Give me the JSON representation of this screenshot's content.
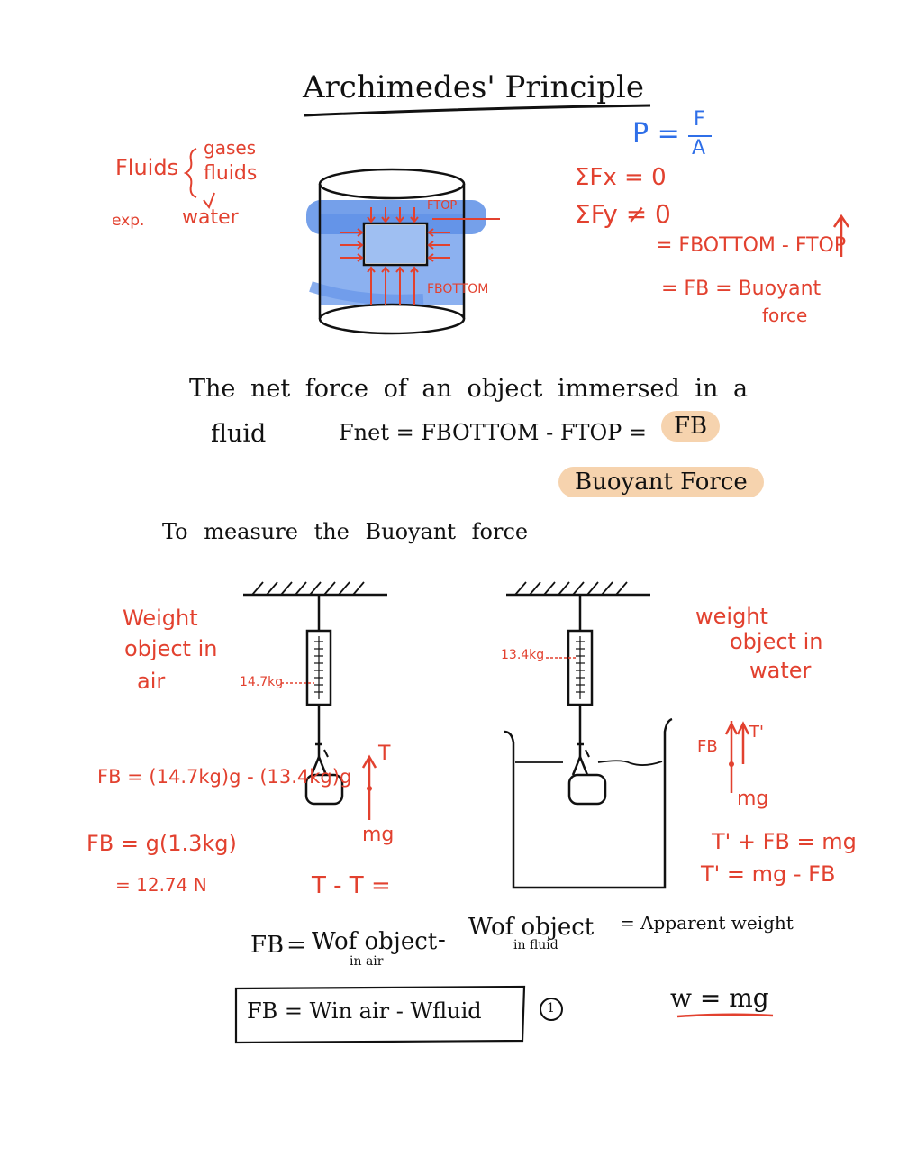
{
  "title": "Archimedes' Principle",
  "pressure": {
    "lhs": "P =",
    "num": "F",
    "den": "A"
  },
  "fluids_note": {
    "label": "Fluids",
    "item1": "gases",
    "item2": "fluids",
    "example_prefix": "exp.",
    "example": "water"
  },
  "cylinder_labels": {
    "top": "FTOP",
    "bottom": "FBOTTOM"
  },
  "equations": {
    "sum_fx": "ΣFx = 0",
    "sum_fy": "ΣFy ≠ 0",
    "diff": "= FBOTTOM - FTOP",
    "fb": "= FB = Buoyant",
    "force": "force"
  },
  "net_force": {
    "line1": "The net force of an object immersed in a",
    "line2_prefix": "fluid",
    "formula": "Fnet = FBOTTOM - FTOP =",
    "fb": "FB",
    "buoyant_label": "Buoyant Force"
  },
  "measure_heading": "To measure the Buoyant force",
  "left_setup": {
    "label_line1": "Weight",
    "label_line2": "object in",
    "label_line3": "air",
    "reading": "14.7kg",
    "tension": "T",
    "weight": "mg",
    "tt": "T - T ="
  },
  "right_setup": {
    "label_line1": "weight",
    "label_line2": "object in",
    "label_line3": "water",
    "reading": "13.4kg",
    "fb": "FB",
    "tension": "T'",
    "weight": "mg",
    "eq1": "T' + FB = mg",
    "eq2": "T' = mg - FB"
  },
  "calc": {
    "line1": "FB = (14.7kg)g - (13.4kg)g",
    "line2": "FB = g(1.3kg)",
    "line3": "= 12.74 N"
  },
  "final": {
    "fb": "FB",
    "eq": "=",
    "w_air": "Wof object",
    "w_air_sub": "in air",
    "minus": "-",
    "w_fluid": "Wof object",
    "w_fluid_sub": "in fluid",
    "apparent": "= Apparent weight",
    "boxed": "FB = Win air - Wfluid",
    "eq_number": "1",
    "w_mg": "w = mg"
  }
}
